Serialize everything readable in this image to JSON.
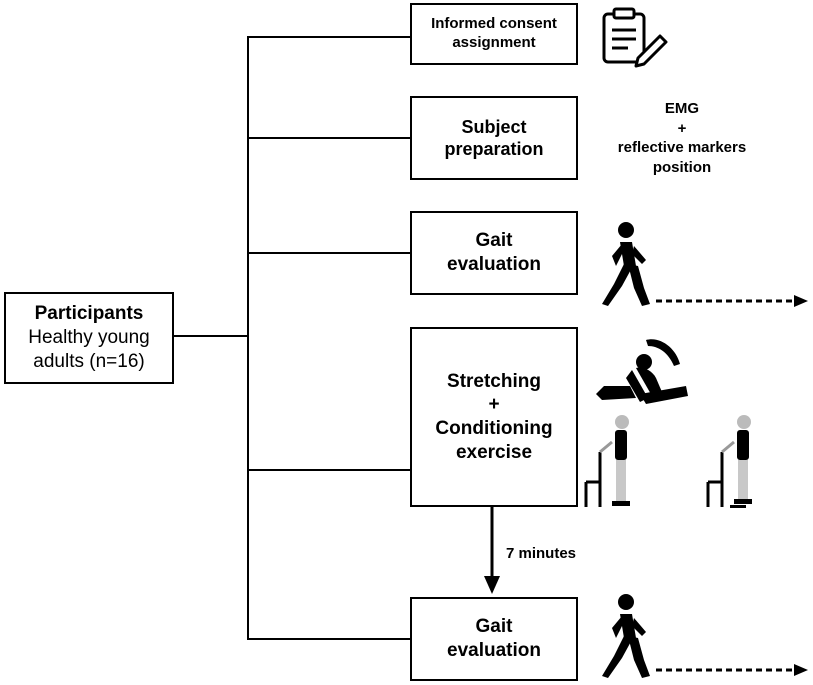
{
  "participants": {
    "title": "Participants",
    "line1": "Healthy young",
    "line2": "adults (n=16)"
  },
  "steps": {
    "consent": {
      "line1": "Informed consent",
      "line2": "assignment",
      "icon": "clipboard-pencil-icon"
    },
    "preparation": {
      "line1": "Subject",
      "line2": "preparation"
    },
    "gait1": {
      "line1": "Gait",
      "line2": "evaluation",
      "icon": "walking-person-icon"
    },
    "exercise": {
      "line1": "Stretching",
      "line2": "+",
      "line3": "Conditioning",
      "line4": "exercise",
      "icons": [
        "stretching-silhouette-icon",
        "chair-supported-squat-icon",
        "chair-supported-heel-raise-icon"
      ]
    },
    "gait2": {
      "line1": "Gait",
      "line2": "evaluation",
      "icon": "walking-person-icon"
    }
  },
  "preparation_note": {
    "line1": "EMG",
    "line2": "+",
    "line3": "reflective markers",
    "line4": "position"
  },
  "rest_interval": "7 minutes"
}
